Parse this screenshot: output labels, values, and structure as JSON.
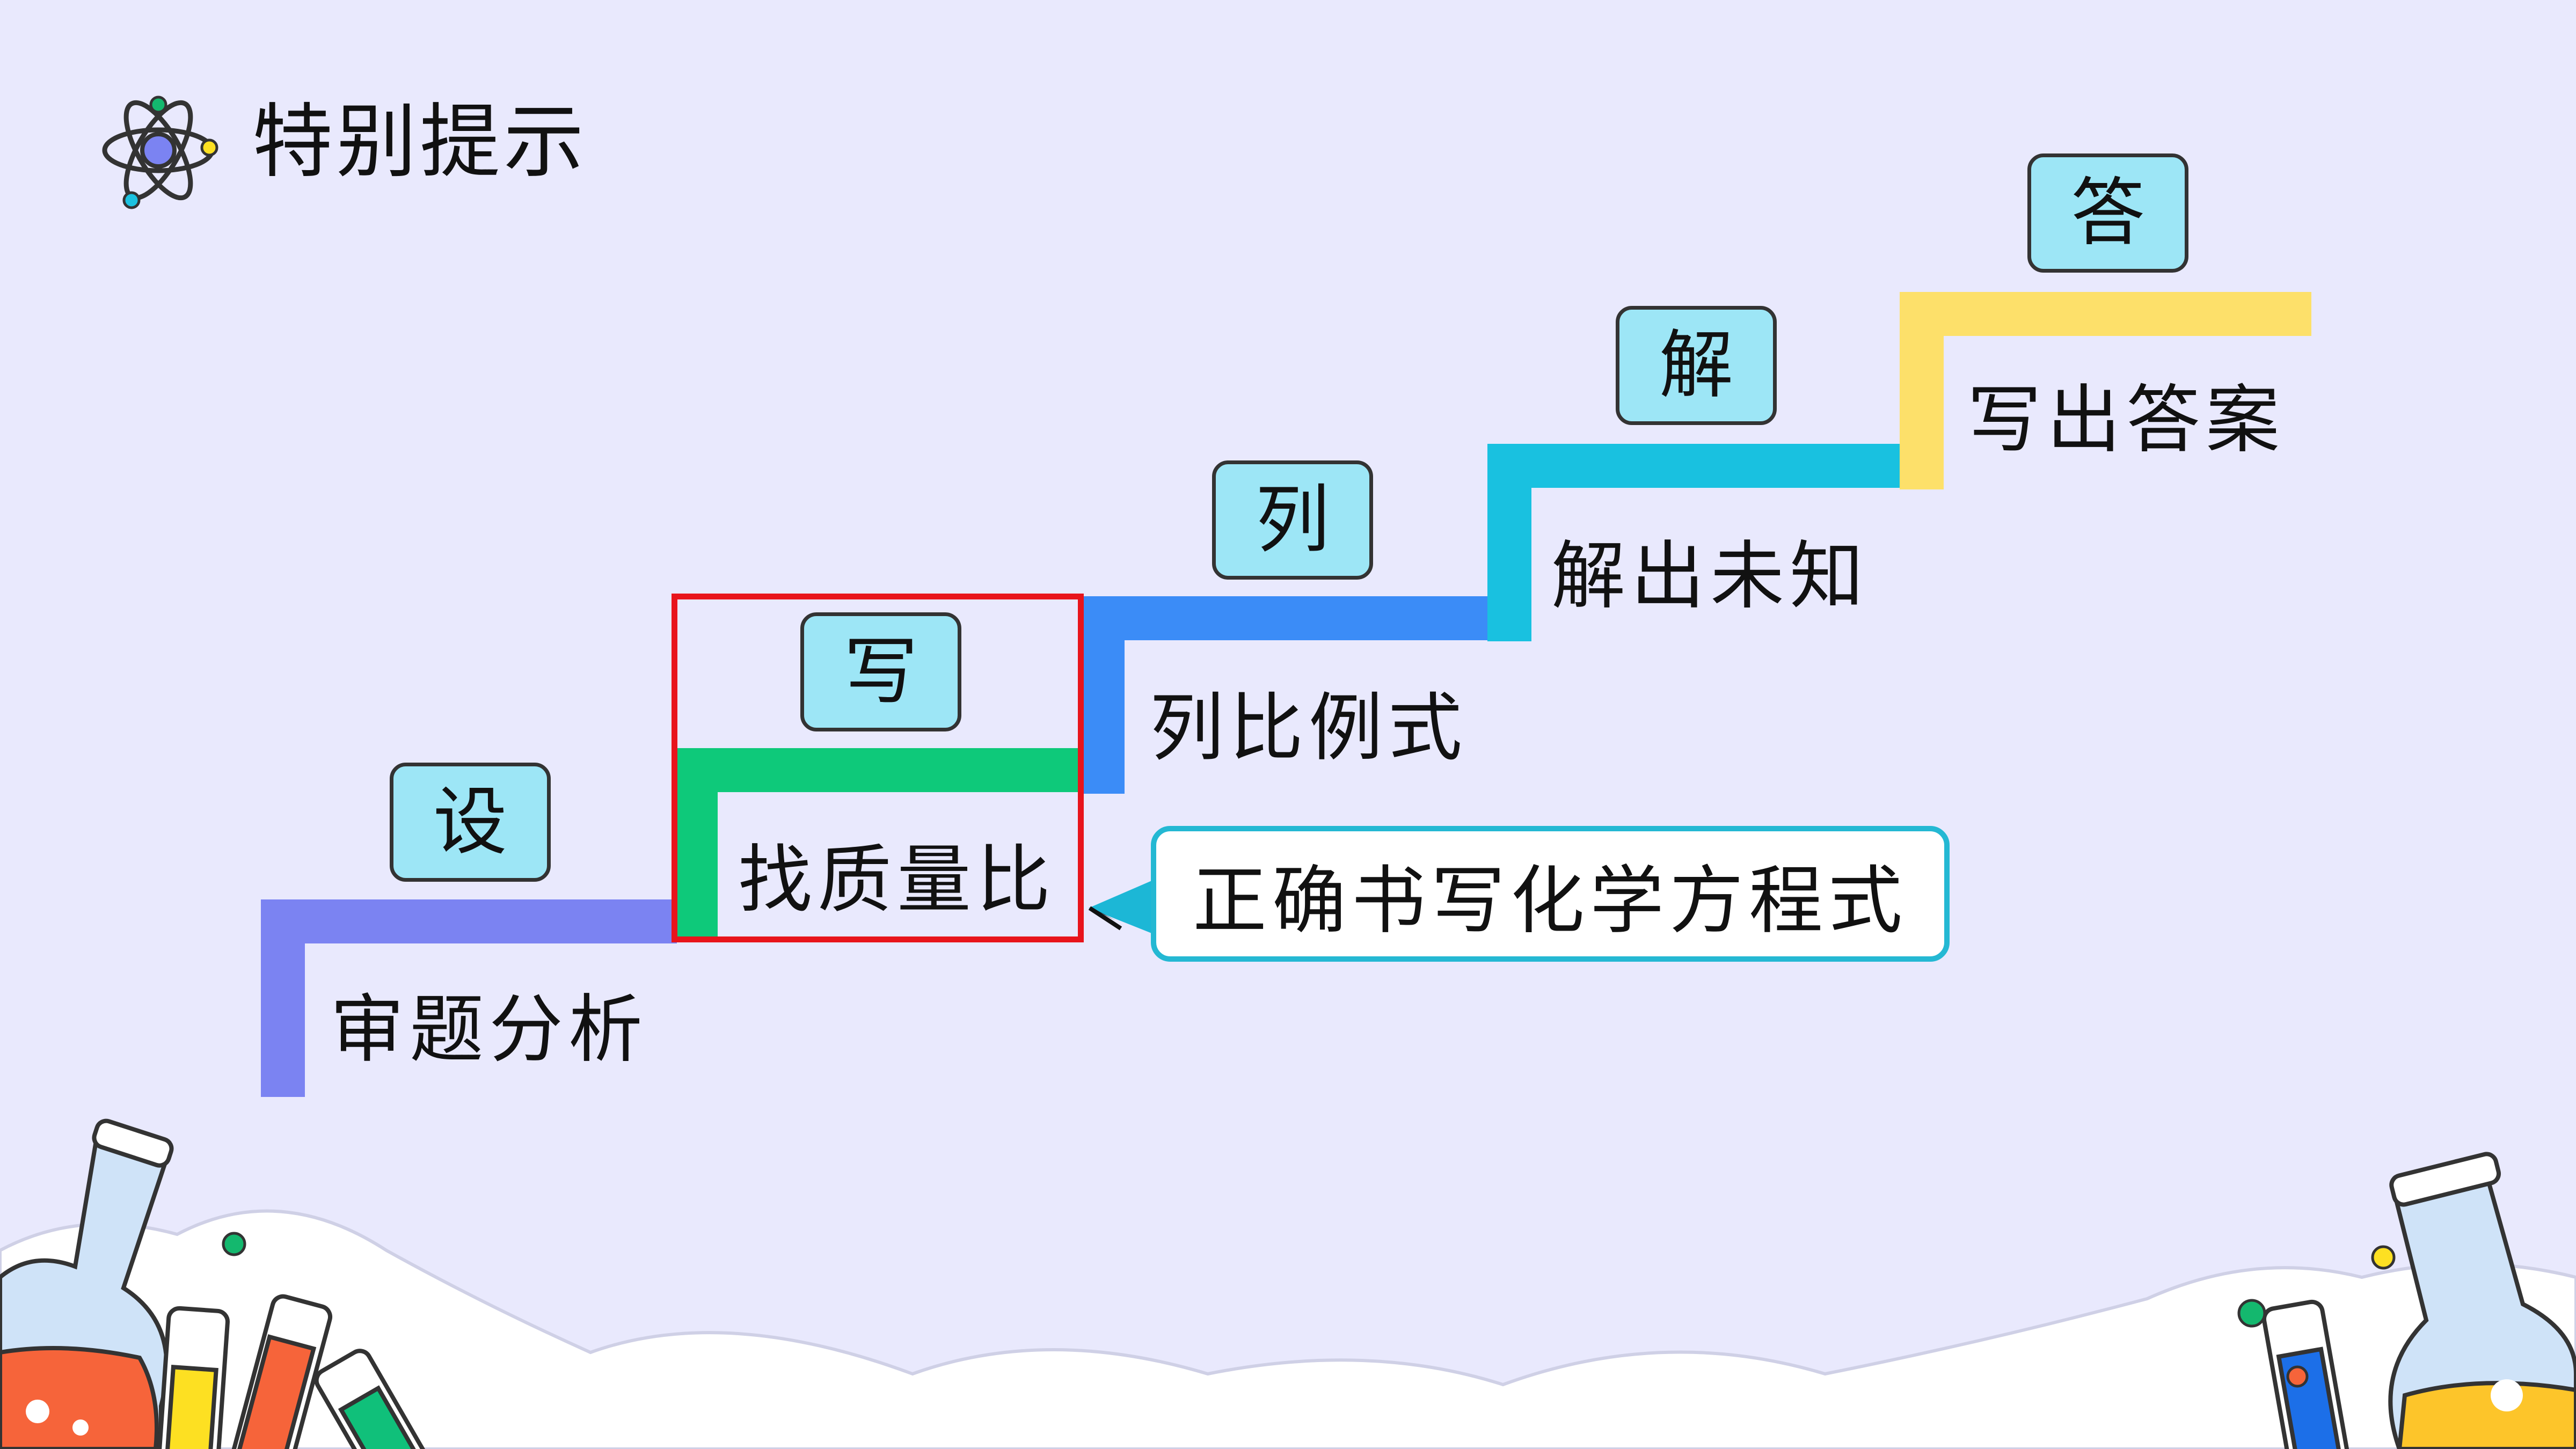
{
  "header": {
    "title": "特别提示",
    "icon": "atom-icon"
  },
  "steps": [
    {
      "label": "设",
      "description": "审题分析",
      "color": "#7b83f2"
    },
    {
      "label": "写",
      "description": "找质量比",
      "color": "#0ec97a"
    },
    {
      "label": "列",
      "description": "列比例式",
      "color": "#3b8cf7"
    },
    {
      "label": "解",
      "description": "解出未知",
      "color": "#19c1e0"
    },
    {
      "label": "答",
      "description": "写出答案",
      "color": "#fde06a"
    }
  ],
  "callout": {
    "text": "正确书写化学方程式",
    "border_color": "#24b8d3"
  },
  "highlight": {
    "color": "#e8141b"
  }
}
